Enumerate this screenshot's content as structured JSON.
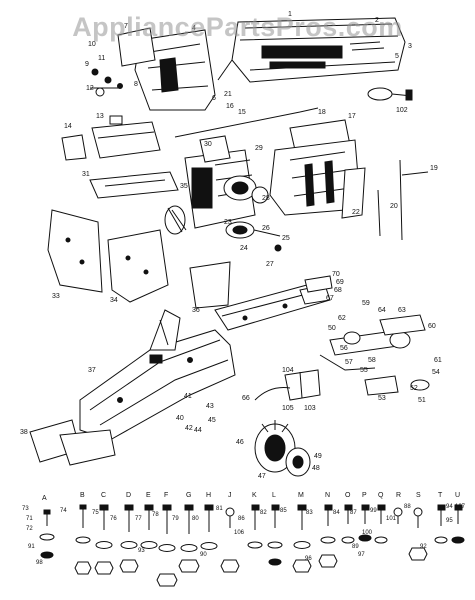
{
  "watermark": "AppliancePartsPros.com",
  "callouts": [
    "1",
    "2",
    "3",
    "4",
    "5",
    "6",
    "7",
    "8",
    "9",
    "10",
    "11",
    "12",
    "13",
    "14",
    "15",
    "16",
    "17",
    "18",
    "19",
    "20",
    "21",
    "22",
    "23",
    "24",
    "25",
    "26",
    "27",
    "28",
    "29",
    "30",
    "31",
    "33",
    "34",
    "35",
    "36",
    "37",
    "38",
    "40",
    "41",
    "42",
    "43",
    "44",
    "45",
    "46",
    "47",
    "48",
    "49",
    "50",
    "51",
    "52",
    "53",
    "54",
    "55",
    "56",
    "57",
    "58",
    "59",
    "60",
    "61",
    "62",
    "63",
    "64",
    "66",
    "67",
    "68",
    "69",
    "70",
    "71",
    "72",
    "73",
    "74",
    "75",
    "76",
    "77",
    "78",
    "79",
    "80",
    "81",
    "82",
    "83",
    "84",
    "85",
    "86",
    "87",
    "88",
    "89",
    "90",
    "91",
    "92",
    "93",
    "94",
    "95",
    "96",
    "97",
    "98",
    "99",
    "100",
    "101",
    "102",
    "103",
    "104",
    "105",
    "106",
    "107"
  ],
  "hardware_columns": [
    "A",
    "B",
    "C",
    "D",
    "E",
    "F",
    "G",
    "H",
    "J",
    "K",
    "L",
    "M",
    "N",
    "O",
    "P",
    "Q",
    "R",
    "S",
    "T",
    "U"
  ],
  "colors": {
    "ink": "#111111",
    "paper": "#ffffff",
    "watermark": "#969696"
  }
}
